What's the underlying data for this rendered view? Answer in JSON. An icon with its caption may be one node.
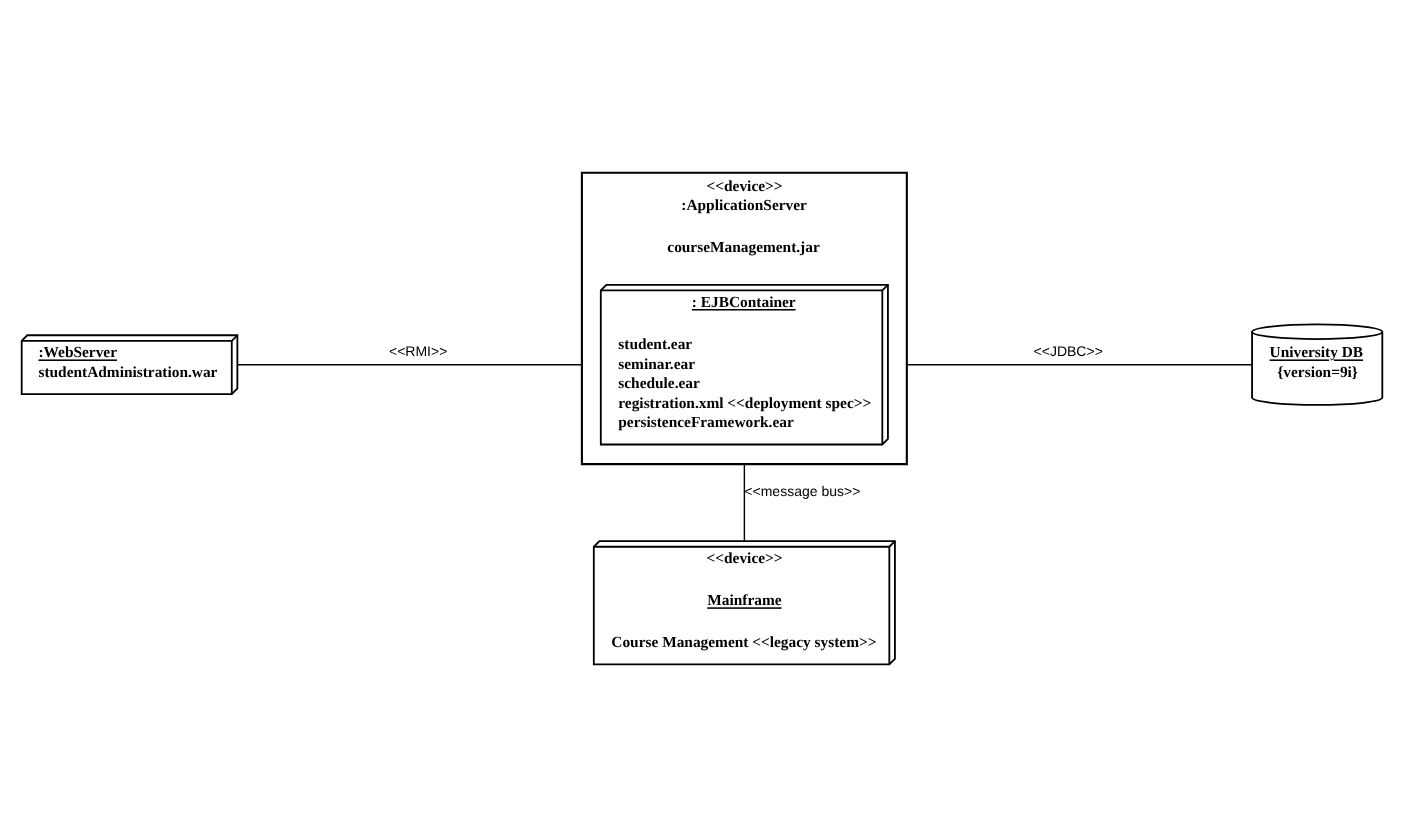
{
  "diagram": {
    "nodes": [
      {
        "text": [
          ":WebServer",
          "studentAdministration.war"
        ]
      },
      {
        "text": [
          "<<device>>",
          ":ApplicationServer",
          "courseManagement.jar"
        ]
      },
      {
        "text": [
          ": EJBContainer",
          "student.ear",
          "seminar.ear",
          "schedule.ear",
          "registration.xml <<deployment spec>>",
          "persistenceFramework.ear"
        ],
        "in": 1
      },
      {
        "text": [
          "University DB",
          "{version=9i}"
        ]
      },
      {
        "text": [
          "<<device>>",
          "Mainframe",
          "Course Management <<legacy system>>"
        ]
      }
    ],
    "edges": [
      {
        "from": 0,
        "to": 1,
        "arrow": "none",
        "label": "<<RMI>>"
      },
      {
        "from": 1,
        "to": 3,
        "arrow": "none",
        "label": "<<JDBC>>"
      },
      {
        "from": 1,
        "to": 4,
        "arrow": "none",
        "label": "<<message bus>>"
      }
    ]
  }
}
